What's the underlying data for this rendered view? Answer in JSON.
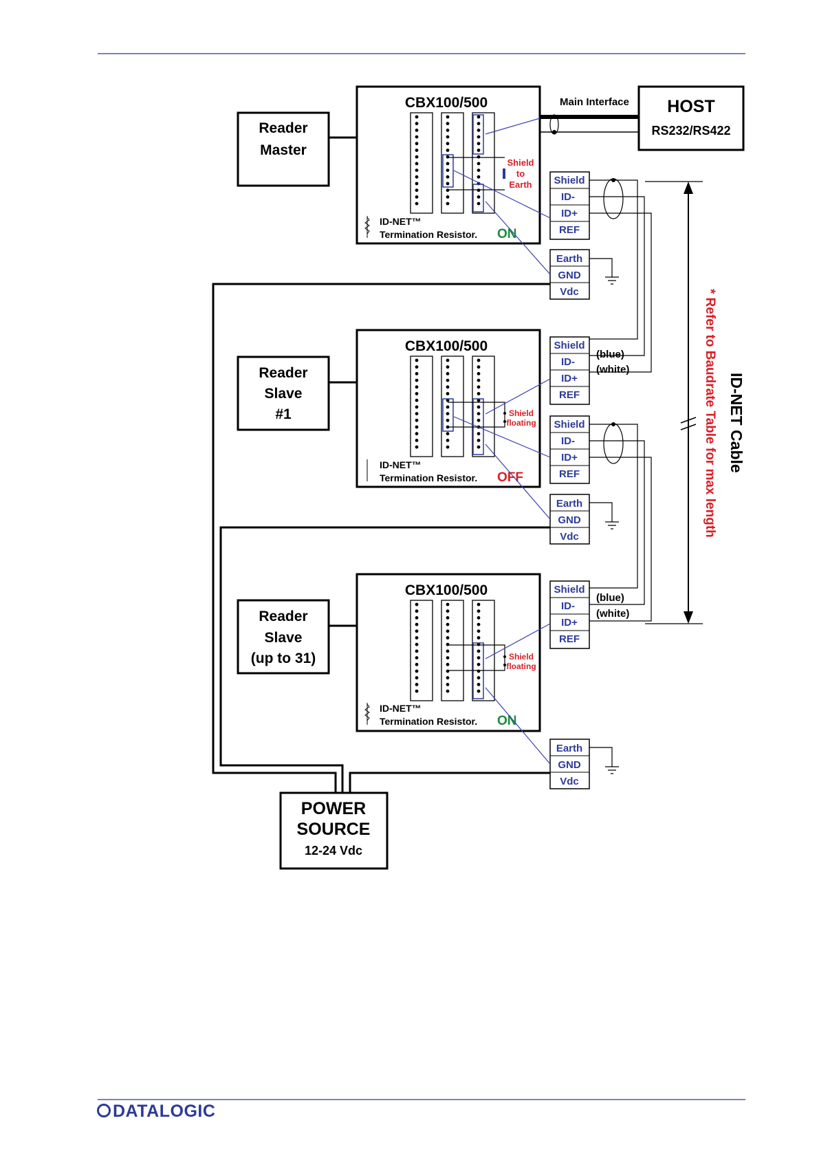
{
  "header": {
    "rule_color": "#7b82bd"
  },
  "colors": {
    "line": "#000000",
    "accent_red": "#d81f26",
    "accent_green": "#1a8c3a",
    "terminal_blue": "#2c3a99",
    "wire_blue": "#3a3fb0"
  },
  "diagram": {
    "readers": [
      {
        "line1": "Reader",
        "line2": "Master",
        "line3": ""
      },
      {
        "line1": "Reader",
        "line2": "Slave",
        "line3": "#1"
      },
      {
        "line1": "Reader",
        "line2": "Slave",
        "line3": "(up to 31)"
      }
    ],
    "cbx_title": "CBX100/500",
    "idnet_label": "ID-NET™",
    "termination_label": "Termination Resistor.",
    "termination_states": [
      "ON",
      "OFF",
      "ON"
    ],
    "shield_notes": [
      [
        "Shield",
        "to",
        "Earth"
      ],
      [
        "Shield",
        "floating"
      ],
      [
        "Shield",
        "floating"
      ]
    ],
    "host": {
      "title": "HOST",
      "subtitle": "RS232/RS422",
      "link_label": "Main Interface"
    },
    "terminal_block": [
      "Shield",
      "ID-",
      "ID+",
      "REF"
    ],
    "power_block": [
      "Earth",
      "GND",
      "Vdc"
    ],
    "wire_colors": [
      "(blue)",
      "(white)"
    ],
    "cable_label": "ID-NET Cable",
    "baudrate_note": "* Refer to Baudrate Table for max length",
    "power_source": {
      "line1": "POWER",
      "line2": "SOURCE",
      "line3": "12-24 Vdc"
    }
  },
  "footer": {
    "brand": "DATALOGIC"
  }
}
